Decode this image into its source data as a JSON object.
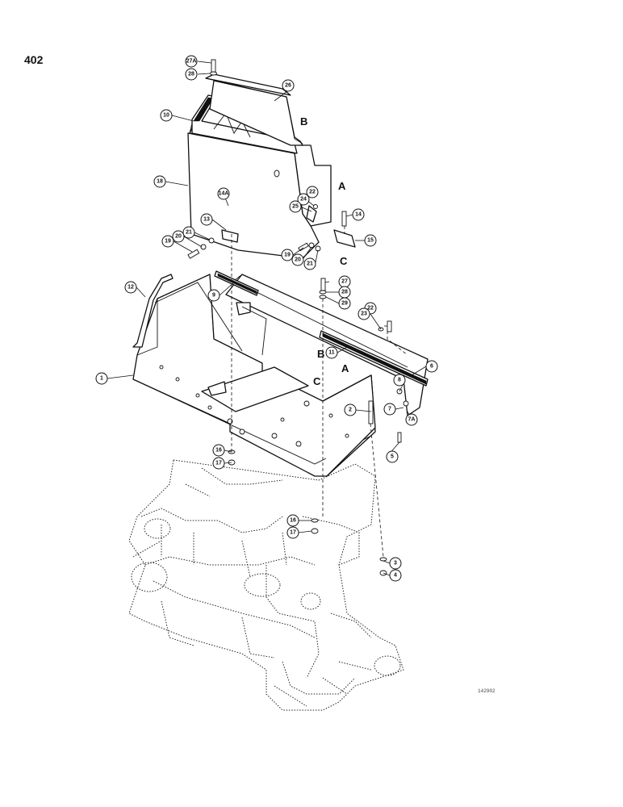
{
  "page": {
    "number": "402",
    "drawing_code": "142902"
  },
  "reference_letters": [
    "A",
    "B",
    "C"
  ],
  "callouts": [
    "1",
    "2",
    "3",
    "4",
    "5",
    "6",
    "7",
    "7A",
    "8",
    "9",
    "10",
    "11",
    "12",
    "13",
    "14",
    "14A",
    "15",
    "16",
    "17",
    "18",
    "19",
    "20",
    "21",
    "22",
    "23",
    "24",
    "25",
    "26",
    "27",
    "27A",
    "28",
    "29"
  ]
}
